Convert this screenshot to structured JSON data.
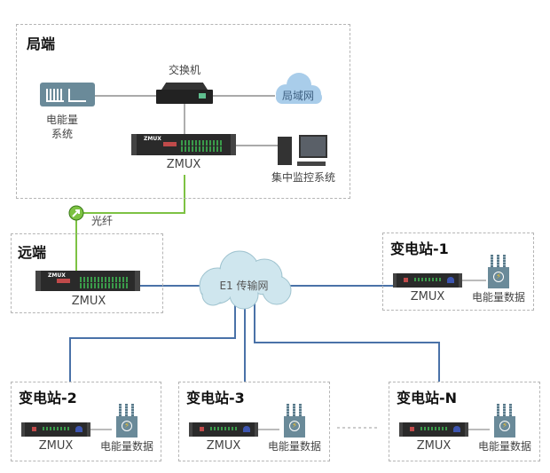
{
  "central": {
    "title": "局端",
    "switch_label": "交换机",
    "lan_label": "局域网",
    "energy_system_label_line1": "电能量",
    "energy_system_label_line2": "系统",
    "zmux_label": "ZMUX",
    "monitor_label": "集中监控系统"
  },
  "fiber_label": "光纤",
  "remote": {
    "title": "远端",
    "zmux_label": "ZMUX"
  },
  "network_label": "E1 传输网",
  "stations": [
    {
      "title": "变电站-1",
      "zmux_label": "ZMUX",
      "data_label": "电能量数据"
    },
    {
      "title": "变电站-2",
      "zmux_label": "ZMUX",
      "data_label": "电能量数据"
    },
    {
      "title": "变电站-3",
      "zmux_label": "ZMUX",
      "data_label": "电能量数据"
    },
    {
      "title": "变电站-N",
      "zmux_label": "ZMUX",
      "data_label": "电能量数据"
    }
  ],
  "colors": {
    "e1_line": "#4a72a8",
    "fiber_line": "#7dc243",
    "lan_line": "#777777",
    "cloud_lan": "#a9cdea",
    "cloud_e1": "#cfe6ee",
    "energy_icon": "#6a8a99"
  }
}
